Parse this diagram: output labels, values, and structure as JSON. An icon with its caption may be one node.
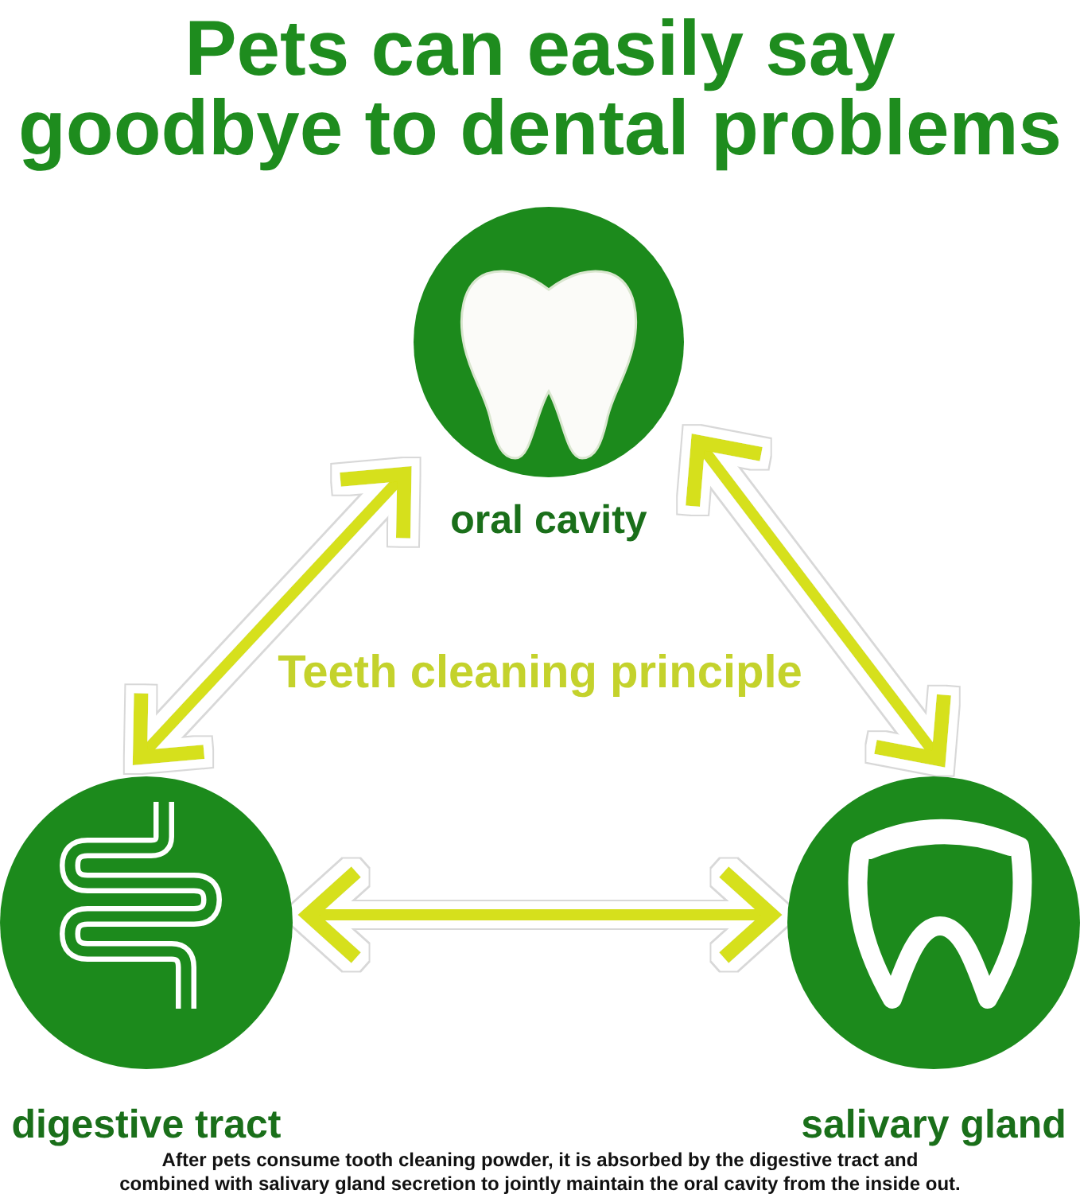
{
  "diagram": {
    "title": "Pets can easily say goodbye to dental problems",
    "caption": "After pets consume tooth cleaning powder, it is absorbed by the digestive tract and combined with salivary gland secretion to jointly maintain the oral cavity from the inside out.",
    "nodes": [
      {
        "text": [
          "oral cavity"
        ]
      },
      {
        "text": [
          "digestive tract"
        ]
      },
      {
        "text": [
          "salivary gland"
        ]
      }
    ],
    "edges": [
      {
        "from": 1,
        "to": 0,
        "arrow": "both"
      },
      {
        "from": 0,
        "to": 2,
        "arrow": "both"
      },
      {
        "from": 1,
        "to": 2,
        "arrow": "both"
      }
    ],
    "labels": [
      "Teeth cleaning principle"
    ]
  }
}
